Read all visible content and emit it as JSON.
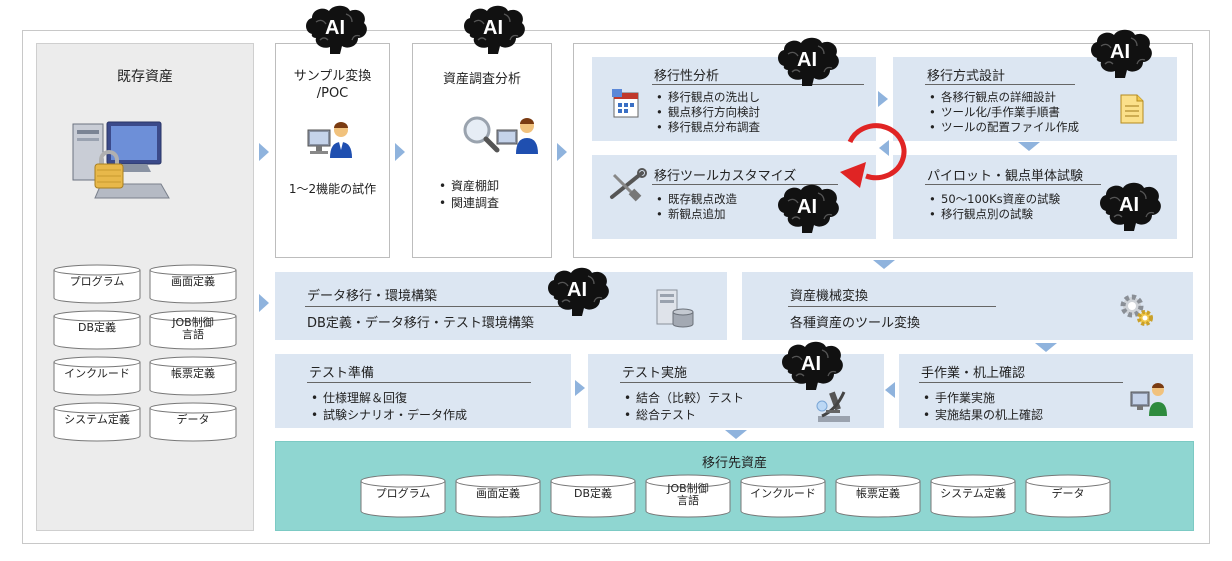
{
  "legacy": {
    "title": "既存資産",
    "items": [
      "プログラム",
      "画面定義",
      "DB定義",
      "JOB制御\n言語",
      "インクルード",
      "帳票定義",
      "システム定義",
      "データ"
    ]
  },
  "sample": {
    "title": "サンプル変換\n/POC",
    "desc": "1～2機能の試作"
  },
  "survey": {
    "title": "資産調査分析",
    "bullets": [
      "資産棚卸",
      "関連調査"
    ]
  },
  "analysis": {
    "title": "移行性分析",
    "bullets": [
      "移行観点の洗出し",
      "観点移行方向検討",
      "移行観点分布調査"
    ]
  },
  "design": {
    "title": "移行方式設計",
    "bullets": [
      "各移行観点の詳細設計",
      "ツール化/手作業手順書",
      "ツールの配置ファイル作成"
    ]
  },
  "customize": {
    "title": "移行ツールカスタマイズ",
    "bullets": [
      "既存観点改造",
      "新観点追加"
    ]
  },
  "pilot": {
    "title": "パイロット・観点単体試験",
    "bullets": [
      "50～100Ks資産の試験",
      "移行観点別の試験"
    ]
  },
  "datamig": {
    "title": "データ移行・環境構築",
    "desc": "DB定義・データ移行・テスト環境構築"
  },
  "convert": {
    "title": "資産機械変換",
    "desc": "各種資産のツール変換"
  },
  "testprep": {
    "title": "テスト準備",
    "bullets": [
      "仕様理解＆回復",
      "試験シナリオ・データ作成"
    ]
  },
  "testexec": {
    "title": "テスト実施",
    "bullets": [
      "結合（比較）テスト",
      "総合テスト"
    ]
  },
  "manual": {
    "title": "手作業・机上確認",
    "bullets": [
      "手作業実施",
      "実施結果の机上確認"
    ]
  },
  "target": {
    "title": "移行先資産",
    "items": [
      "プログラム",
      "画面定義",
      "DB定義",
      "JOB制御\n言語",
      "インクルード",
      "帳票定義",
      "システム定義",
      "データ"
    ]
  },
  "ai_label": "AI",
  "colors": {
    "arrow": "#8fb3dd",
    "cycle": "#e02424",
    "teal": "#8fd6d1",
    "blue_panel": "#dce6f2"
  },
  "icons": [
    "locked-computer-icon",
    "user-at-computer-icon",
    "magnifier-user-icon",
    "calendar-icon",
    "document-icon",
    "tools-icon",
    "server-icon",
    "gears-icon",
    "microscope-icon",
    "ai-brain-icon",
    "cycle-arrow-icon"
  ]
}
